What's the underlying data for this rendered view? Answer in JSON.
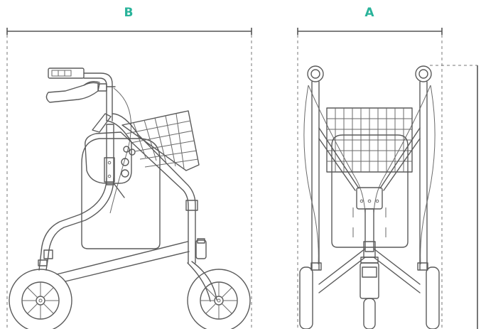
{
  "dimensions": {
    "width_side_label": "B",
    "width_front_label": "A"
  },
  "colors": {
    "label": "#29b39a",
    "line": "#5a5a5a",
    "background": "#ffffff"
  },
  "views": [
    "side-view",
    "front-view"
  ]
}
